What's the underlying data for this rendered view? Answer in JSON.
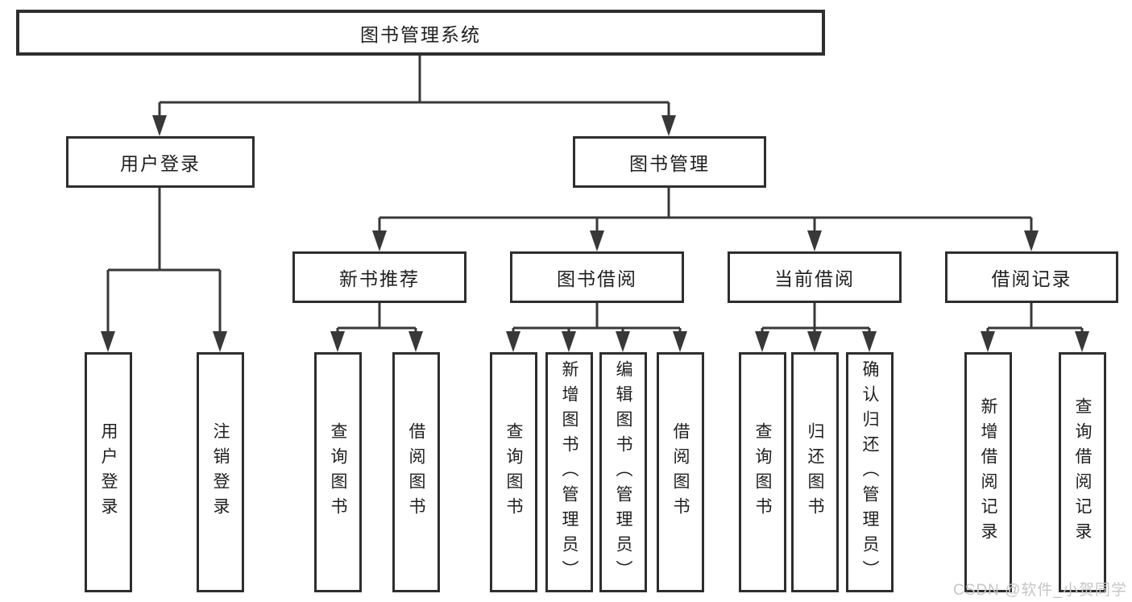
{
  "root": {
    "label": "图书管理系统",
    "children": [
      {
        "label": "用户登录",
        "children": [
          {
            "label": "用户登录"
          },
          {
            "label": "注销登录"
          }
        ]
      },
      {
        "label": "图书管理",
        "children": [
          {
            "label": "新书推荐",
            "children": [
              {
                "label": "查询图书"
              },
              {
                "label": "借阅图书"
              }
            ]
          },
          {
            "label": "图书借阅",
            "children": [
              {
                "label": "查询图书"
              },
              {
                "label": "新增图书（管理员）"
              },
              {
                "label": "编辑图书（管理员）"
              },
              {
                "label": "借阅图书"
              }
            ]
          },
          {
            "label": "当前借阅",
            "children": [
              {
                "label": "查询图书"
              },
              {
                "label": "归还图书"
              },
              {
                "label": "确认归还（管理员）"
              }
            ]
          },
          {
            "label": "借阅记录",
            "children": [
              {
                "label": "新增借阅记录"
              },
              {
                "label": "查询借阅记录"
              }
            ]
          }
        ]
      }
    ]
  },
  "watermark": {
    "text": "CSDN @软件_小贺同学"
  },
  "colors": {
    "line": "#383838",
    "box_border": "#2e2e2e",
    "text": "#1f1f1f",
    "background": "#ffffff",
    "watermark": "#c6c6c6"
  }
}
